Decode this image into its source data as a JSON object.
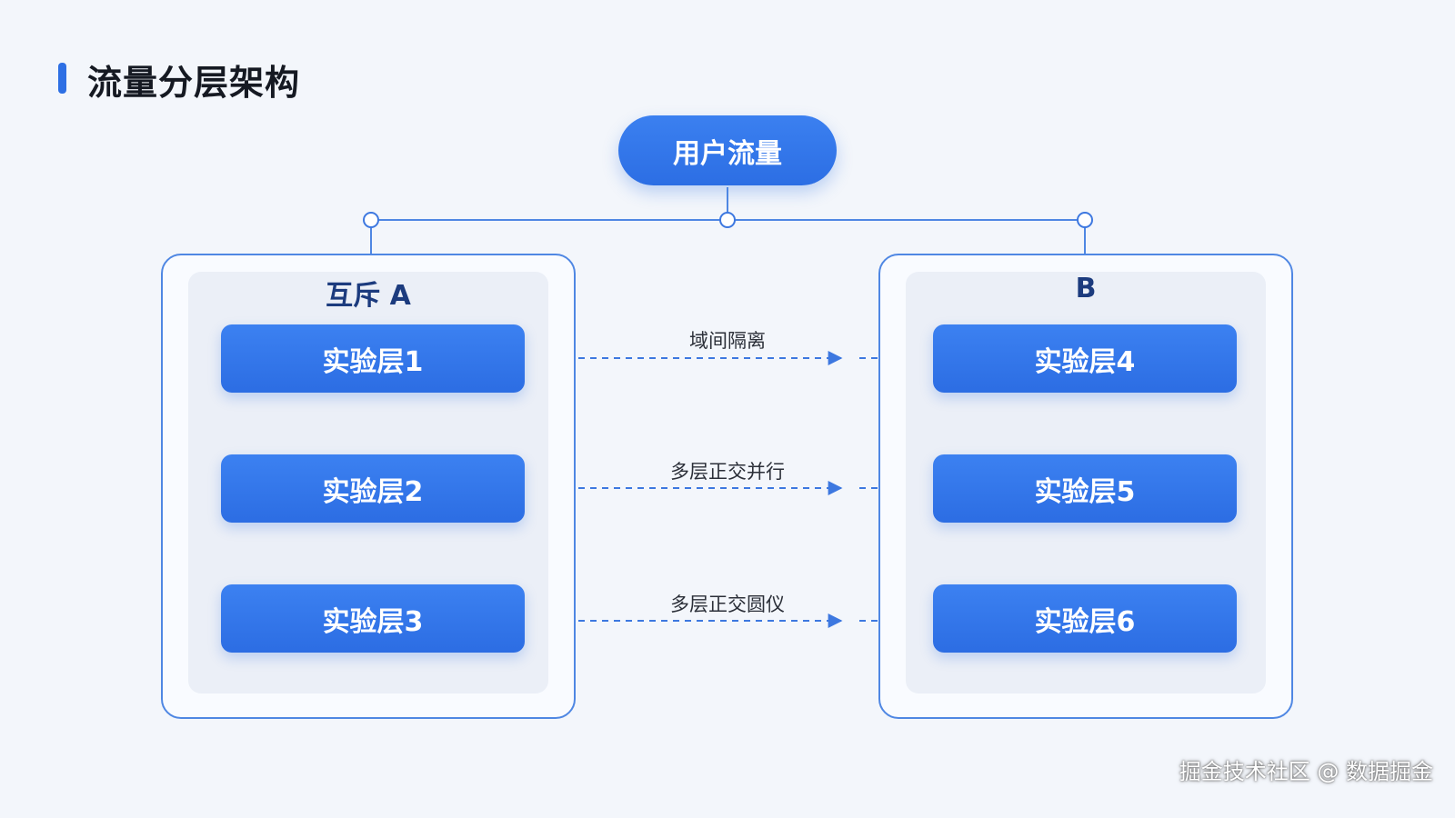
{
  "title": "流量分层架构",
  "root": {
    "label": "用户流量"
  },
  "groups": [
    {
      "label": "互斥 A",
      "layers": [
        "实验层1",
        "实验层2",
        "实验层3"
      ]
    },
    {
      "label": "B",
      "layers": [
        "实验层4",
        "实验层5",
        "实验层6"
      ]
    }
  ],
  "links": [
    "域间隔离",
    "多层正交并行",
    "多层正交圆仪"
  ],
  "watermark": "掘金技术社区 @ 数据掘金",
  "colors": {
    "accent": "#2d6fe4",
    "line": "#4f87e3",
    "text": "#151922"
  }
}
